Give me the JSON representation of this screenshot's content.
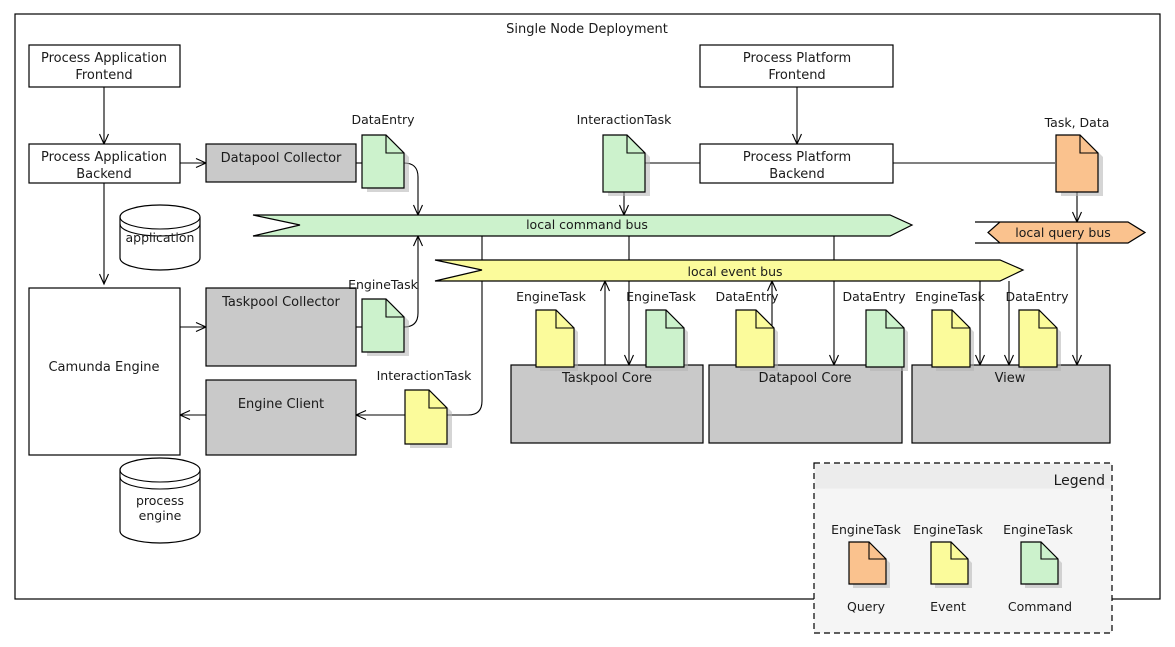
{
  "diagram": {
    "title": "Single Node Deployment",
    "colors": {
      "command": "#ccf2cc",
      "event": "#fbfb9b",
      "query": "#fac28e",
      "component": "#c9c9c9",
      "plain": "#ffffff",
      "legend_bg": "#f5f5f5"
    }
  },
  "boxes": {
    "process_application_frontend": "Process Application\nFrontend",
    "process_application_frontend_l1": "Process Application",
    "process_application_frontend_l2": "Frontend",
    "process_application_backend_l1": "Process Application",
    "process_application_backend_l2": "Backend",
    "process_platform_frontend_l1": "Process Platform",
    "process_platform_frontend_l2": "Frontend",
    "process_platform_backend_l1": "Process Platform",
    "process_platform_backend_l2": "Backend",
    "camunda_engine": "Camunda Engine",
    "datapool_collector": "Datapool Collector",
    "taskpool_collector": "Taskpool Collector",
    "engine_client": "Engine Client",
    "taskpool_core": "Taskpool Core",
    "datapool_core": "Datapool Core",
    "view": "View"
  },
  "databases": {
    "application_l1": "application",
    "process_engine_l1": "process",
    "process_engine_l2": "engine"
  },
  "buses": [
    {
      "name": "local command bus",
      "kind": "command"
    },
    {
      "name": "local event bus",
      "kind": "event"
    },
    {
      "name": "local query bus",
      "kind": "query"
    }
  ],
  "notes": {
    "datapool_collector_note": "DataEntry",
    "interaction_task_platform": "InteractionTask",
    "task_data_query": "Task, Data",
    "taskpool_collector_note": "EngineTask",
    "interaction_task_engine": "InteractionTask",
    "taskpool_core_event": "EngineTask",
    "taskpool_core_command": "EngineTask",
    "datapool_core_event": "DataEntry",
    "datapool_core_command": "DataEntry",
    "view_event_task": "EngineTask",
    "view_event_data": "DataEntry"
  },
  "legend": {
    "title": "Legend",
    "items": [
      {
        "top_label": "EngineTask",
        "bottom_label": "Query",
        "kind": "query"
      },
      {
        "top_label": "EngineTask",
        "bottom_label": "Event",
        "kind": "event"
      },
      {
        "top_label": "EngineTask",
        "bottom_label": "Command",
        "kind": "command"
      }
    ]
  }
}
